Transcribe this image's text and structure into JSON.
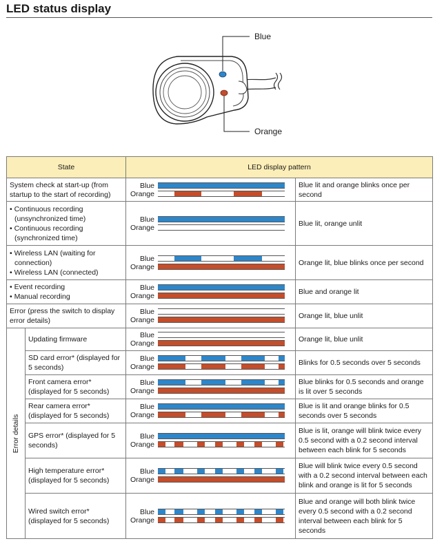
{
  "title": "LED status display",
  "figure": {
    "blue_label": "Blue",
    "orange_label": "Orange",
    "colors": {
      "blue": "#2e86c9",
      "orange": "#c44d2b"
    }
  },
  "table": {
    "headers": {
      "state": "State",
      "pattern": "LED display pattern"
    },
    "blue_label": "Blue",
    "orange_label": "Orange",
    "error_group_label": "Error details",
    "rows": [
      {
        "state": "System check at start-up (from startup to the start of recording)",
        "desc": "Blue lit and orange blinks once per second",
        "blue": [
          [
            0,
            1
          ]
        ],
        "orange": [
          [
            0.13,
            0.34
          ],
          [
            0.6,
            0.82
          ]
        ]
      },
      {
        "state_lines": [
          "• Continuous recording (unsynchronized time)",
          "• Continuous recording (synchronized time)"
        ],
        "desc": "Blue lit, orange unlit",
        "blue": [
          [
            0,
            1
          ]
        ],
        "orange": []
      },
      {
        "state_lines": [
          "• Wireless LAN (waiting for connection)",
          "• Wireless LAN (connected)"
        ],
        "desc": "Orange lit, blue blinks once per second",
        "blue": [
          [
            0.13,
            0.34
          ],
          [
            0.6,
            0.82
          ]
        ],
        "orange": [
          [
            0,
            1
          ]
        ]
      },
      {
        "state_lines": [
          "• Event recording",
          "• Manual recording"
        ],
        "desc": "Blue and orange lit",
        "blue": [
          [
            0,
            1
          ]
        ],
        "orange": [
          [
            0,
            1
          ]
        ]
      },
      {
        "state": "Error (press the switch to display error details)",
        "desc": "Orange lit, blue unlit",
        "blue": [],
        "orange": [
          [
            0,
            1
          ]
        ]
      },
      {
        "state": "Updating firmware",
        "desc": "Orange lit, blue unlit",
        "blue": [],
        "orange": [
          [
            0,
            1
          ]
        ]
      },
      {
        "state": "SD card error* (displayed for 5 seconds)",
        "desc": "Blinks for 0.5 seconds over 5 seconds",
        "blue": [
          [
            0,
            0.22
          ],
          [
            0.34,
            0.53
          ],
          [
            0.66,
            0.84
          ],
          [
            0.95,
            1
          ]
        ],
        "orange": [
          [
            0,
            0.22
          ],
          [
            0.34,
            0.53
          ],
          [
            0.66,
            0.84
          ],
          [
            0.95,
            1
          ]
        ]
      },
      {
        "state": "Front camera error* (displayed for 5 seconds)",
        "desc": "Blue blinks for 0.5 seconds and orange is lit over 5 seconds",
        "blue": [
          [
            0,
            0.22
          ],
          [
            0.34,
            0.53
          ],
          [
            0.66,
            0.84
          ],
          [
            0.95,
            1
          ]
        ],
        "orange": [
          [
            0,
            1
          ]
        ]
      },
      {
        "state": "Rear camera error* (displayed for 5 seconds)",
        "desc": "Blue is lit and orange blinks for 0.5 seconds over 5 seconds",
        "blue": [
          [
            0,
            1
          ]
        ],
        "orange": [
          [
            0,
            0.22
          ],
          [
            0.34,
            0.53
          ],
          [
            0.66,
            0.84
          ],
          [
            0.95,
            1
          ]
        ]
      },
      {
        "state": "GPS error* (displayed for 5 seconds)",
        "desc": "Blue is lit, orange will blink twice every 0.5 second with a 0.2 second interval between each blink for 5 seconds",
        "blue": [
          [
            0,
            1
          ]
        ],
        "orange": [
          [
            0,
            0.06
          ],
          [
            0.13,
            0.2
          ],
          [
            0.31,
            0.37
          ],
          [
            0.45,
            0.51
          ],
          [
            0.62,
            0.68
          ],
          [
            0.76,
            0.82
          ],
          [
            0.93,
            0.99
          ]
        ]
      },
      {
        "state": "High temperature error* (displayed for 5 seconds)",
        "desc": "Blue will blink twice every 0.5 second with a 0.2 second interval between each blink and orange is lit for 5 seconds",
        "blue": [
          [
            0,
            0.06
          ],
          [
            0.13,
            0.2
          ],
          [
            0.31,
            0.37
          ],
          [
            0.45,
            0.51
          ],
          [
            0.62,
            0.68
          ],
          [
            0.76,
            0.82
          ],
          [
            0.93,
            0.99
          ]
        ],
        "orange": [
          [
            0,
            1
          ]
        ]
      },
      {
        "state": "Wired switch error* (displayed for 5 seconds)",
        "desc": "Blue and orange will both blink twice every 0.5 second with a 0.2 second interval between each blink for 5 seconds",
        "blue": [
          [
            0,
            0.06
          ],
          [
            0.13,
            0.2
          ],
          [
            0.31,
            0.37
          ],
          [
            0.45,
            0.51
          ],
          [
            0.62,
            0.68
          ],
          [
            0.76,
            0.82
          ],
          [
            0.93,
            0.99
          ]
        ],
        "orange": [
          [
            0,
            0.06
          ],
          [
            0.13,
            0.2
          ],
          [
            0.31,
            0.37
          ],
          [
            0.45,
            0.51
          ],
          [
            0.62,
            0.68
          ],
          [
            0.76,
            0.82
          ],
          [
            0.93,
            0.99
          ]
        ]
      }
    ]
  }
}
